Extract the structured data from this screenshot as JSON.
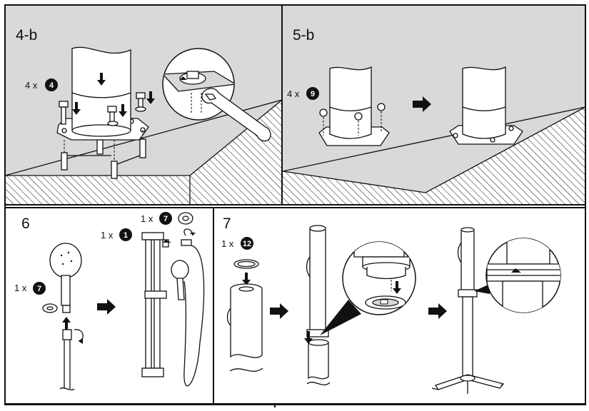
{
  "panels": [
    {
      "id": "4b",
      "step": "4-b",
      "parts": [
        {
          "qty": "4 x",
          "number": "4"
        }
      ]
    },
    {
      "id": "5b",
      "step": "5-b",
      "parts": [
        {
          "qty": "4 x",
          "number": "9"
        }
      ]
    },
    {
      "id": "6",
      "step": "6",
      "parts": [
        {
          "qty": "1 x",
          "number": "7"
        },
        {
          "qty": "1 x",
          "number": "1"
        },
        {
          "qty": "1 x",
          "number": "7"
        }
      ]
    },
    {
      "id": "7",
      "step": "7",
      "parts": [
        {
          "qty": "1 x",
          "number": "12"
        }
      ]
    }
  ],
  "colors": {
    "wall": "#d9d9d9",
    "line": "#111111",
    "paper": "#ffffff"
  },
  "icons": [
    "arrow-right-icon",
    "arrow-down-icon",
    "rotate-icon",
    "wrench-icon",
    "magnifier-callout-icon"
  ]
}
